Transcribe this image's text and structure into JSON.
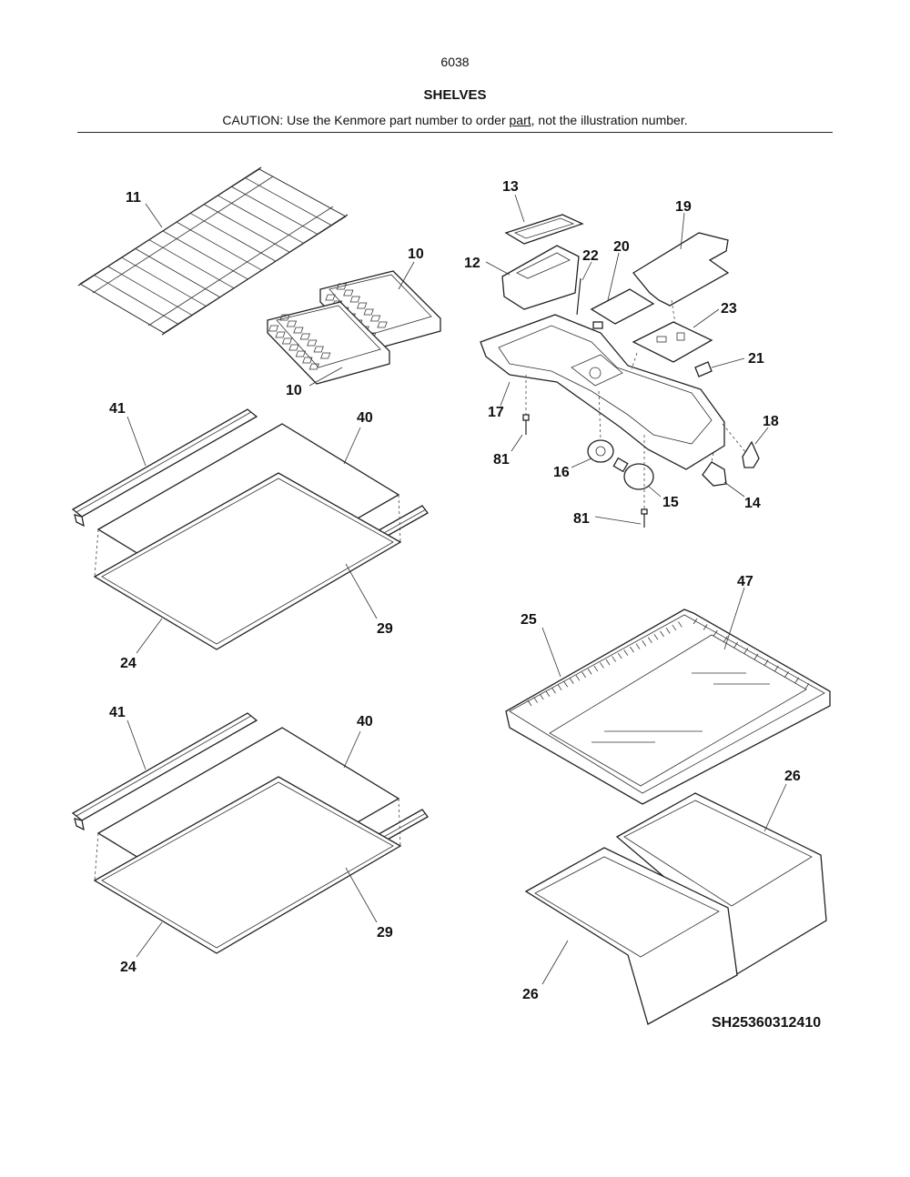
{
  "header": {
    "page_number": "6038",
    "title": "SHELVES",
    "caution_before": "CAUTION: Use the Kenmore part number to order ",
    "caution_link": "part",
    "caution_after": ", not the illustration number."
  },
  "callouts": {
    "c11": "11",
    "c10a": "10",
    "c10b": "10",
    "c41a": "41",
    "c40a": "40",
    "c29a": "29",
    "c24a": "24",
    "c41b": "41",
    "c40b": "40",
    "c29b": "29",
    "c24b": "24",
    "c13": "13",
    "c19": "19",
    "c20": "20",
    "c22": "22",
    "c12": "12",
    "c23": "23",
    "c21": "21",
    "c17": "17",
    "c18": "18",
    "c81a": "81",
    "c16": "16",
    "c15": "15",
    "c14": "14",
    "c81b": "81",
    "c47": "47",
    "c25": "25",
    "c26a": "26",
    "c26b": "26"
  },
  "diagram_code": "SH25360312410"
}
